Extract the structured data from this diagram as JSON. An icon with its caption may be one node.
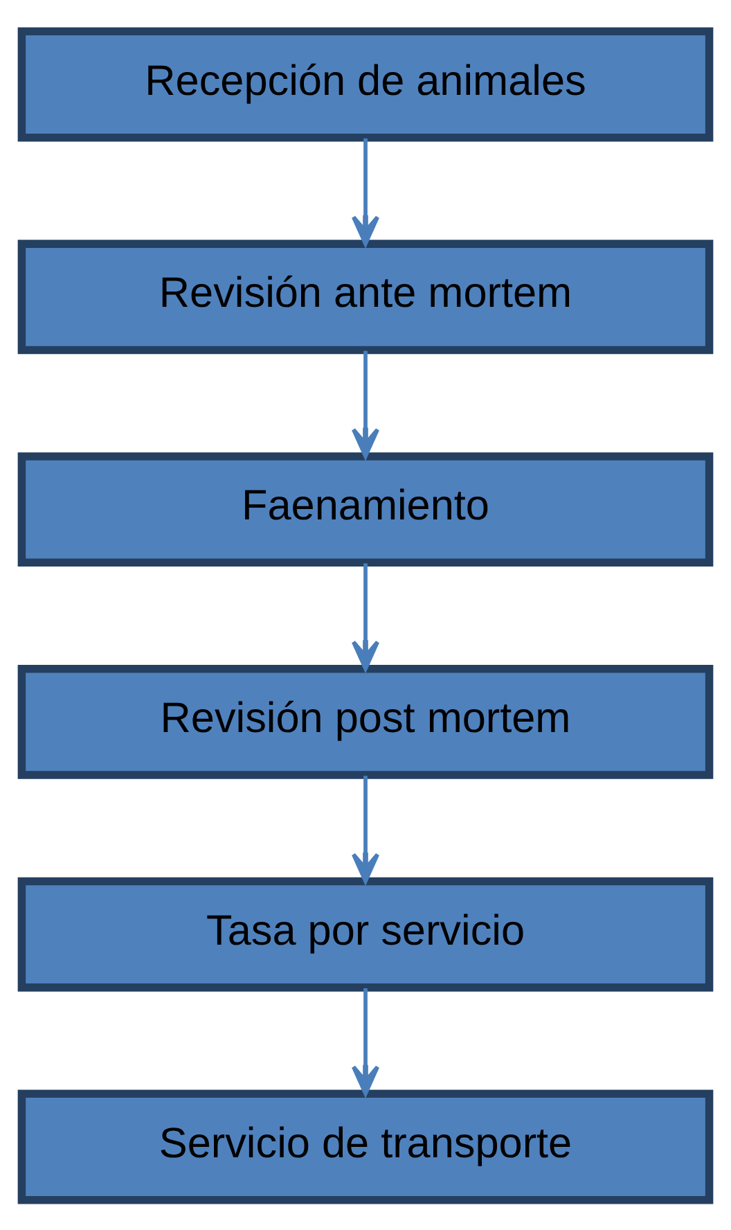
{
  "diagram": {
    "nodes": [
      {
        "text": [
          "Recepción de animales"
        ]
      },
      {
        "text": [
          "Revisión ante mortem"
        ]
      },
      {
        "text": [
          "Faenamiento"
        ]
      },
      {
        "text": [
          "Revisión post mortem"
        ]
      },
      {
        "text": [
          "Tasa por servicio"
        ]
      },
      {
        "text": [
          "Servicio de transporte"
        ]
      }
    ],
    "edges": [
      {
        "from": 0,
        "to": 1,
        "arrow": "to"
      },
      {
        "from": 1,
        "to": 2,
        "arrow": "to"
      },
      {
        "from": 2,
        "to": 3,
        "arrow": "to"
      },
      {
        "from": 3,
        "to": 4,
        "arrow": "to"
      },
      {
        "from": 4,
        "to": 5,
        "arrow": "to"
      }
    ]
  }
}
